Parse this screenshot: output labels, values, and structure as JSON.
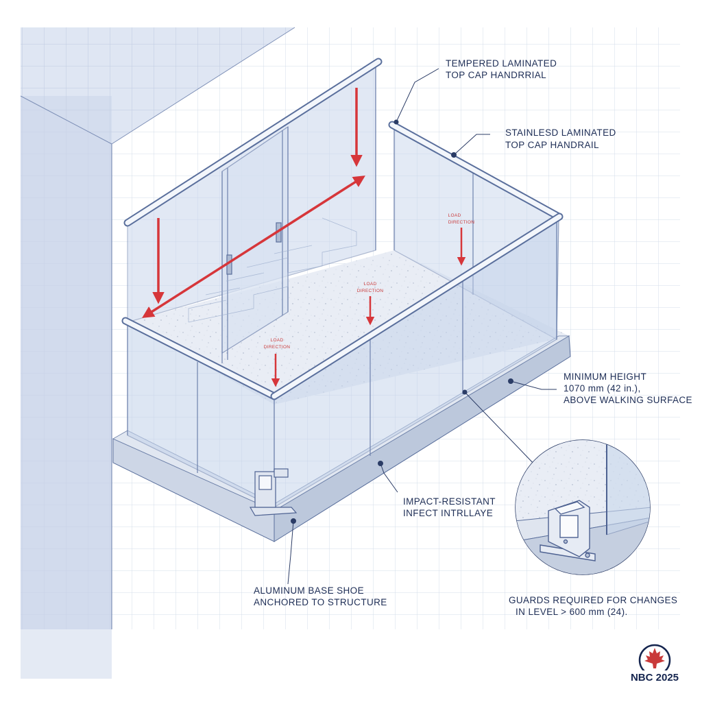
{
  "callouts": {
    "top_cap_tempered": [
      "TEMPERED LAMINATED",
      "TOP CAP HANDRRIAL"
    ],
    "top_cap_stainless": [
      "STAINLESD LAMINATED",
      "TOP CAP HANDRAIL"
    ],
    "min_height": [
      "MINIMUM HEIGHT",
      "1070 mm (42 in.),",
      "ABOVE WALKING SURFACE"
    ],
    "impact": [
      "IMPACT-RESISTANT",
      "INFECT INTRLLAYE"
    ],
    "base_shoe": [
      "ALUMINUM BASE SHOE",
      "ANCHORED TO STRUCTURE"
    ],
    "guards": [
      "GUARDS REQUIRED FOR CHANGES",
      "IN LEVEL > 600 mm (24)."
    ]
  },
  "load_label": [
    "LOAD",
    "DIRECTION"
  ],
  "badge": {
    "text": "NBC 2025",
    "icon": "maple-leaf-icon"
  },
  "colors": {
    "grid": "#d3dcea",
    "wall": "#dfe6f3",
    "line": "#5a6f9c",
    "glass": "#c9d7ec",
    "load_arrow": "#d6363a",
    "text": "#1d2d55"
  }
}
